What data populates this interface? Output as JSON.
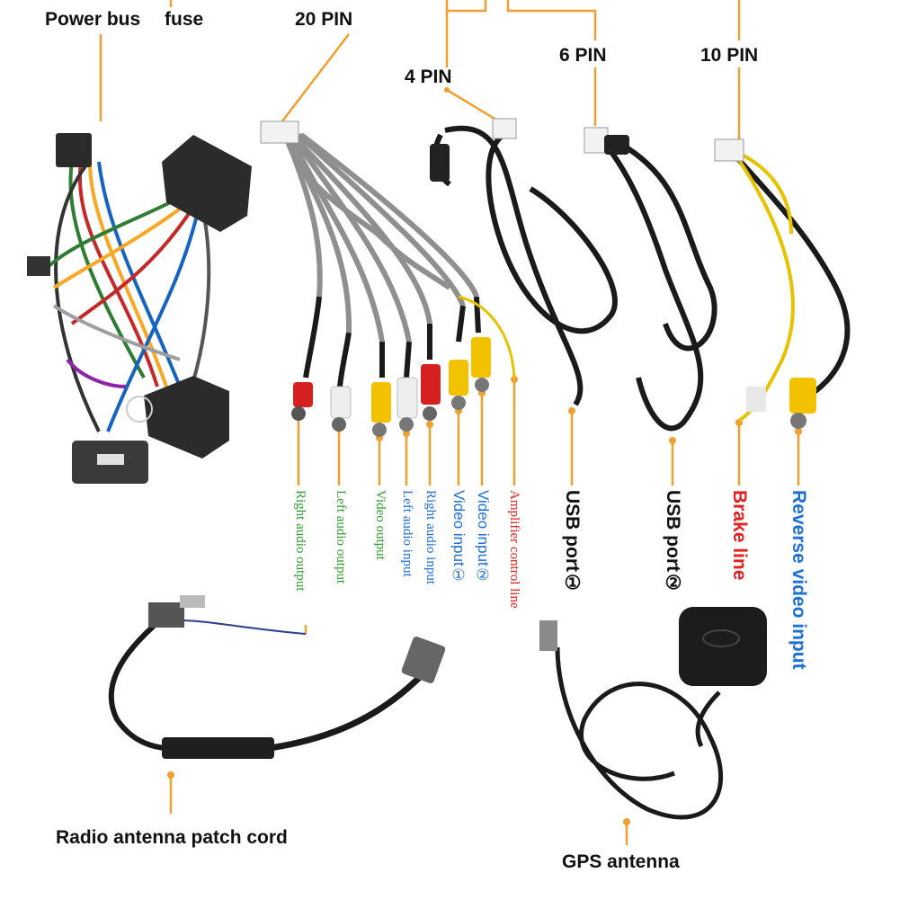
{
  "colors": {
    "leader": "#f0a030",
    "cable_black": "#1a1a1a",
    "green_text": "#2f9e2f",
    "blue_text": "#1e6fd6",
    "red_text": "#e52020",
    "rca_red": "#d62020",
    "rca_white": "#eeeeee",
    "rca_yellow": "#f2c100"
  },
  "labels": {
    "power_bus": "Power bus",
    "fuse": "fuse",
    "pin20": "20 PIN",
    "pin4": "4 PIN",
    "pin6": "6 PIN",
    "pin10": "10 PIN",
    "radio_antenna": "Radio antenna patch cord",
    "gps_antenna": "GPS antenna"
  },
  "vertical_labels": {
    "right_audio_output": "Right audio output",
    "left_audio_output": "Left audio output",
    "video_output": "Video output",
    "right_audio_input": "Right audio input",
    "left_audio_input": "Left audio input",
    "video_input_1": "Video input①",
    "video_input_2": "Video input②",
    "amplifier_control": "Amplifier control line",
    "usb_port_1": "USB port①",
    "usb_port_2": "USB port②",
    "brake_line": "Brake line",
    "reverse_video": "Reverse video input"
  }
}
